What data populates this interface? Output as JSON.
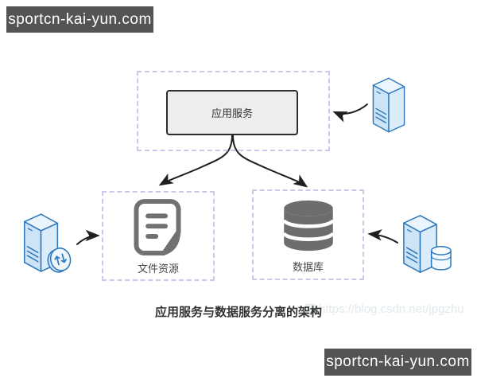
{
  "banners": {
    "top_left": {
      "text": "sportcn-kai-yun.com"
    },
    "bottom_right": {
      "text": "sportcn-kai-yun.com"
    }
  },
  "diagram": {
    "app_service": {
      "label": "应用服务"
    },
    "file_resource": {
      "label": "文件资源"
    },
    "database": {
      "label": "数据库"
    }
  },
  "caption": {
    "text": "应用服务与数据服务分离的架构"
  },
  "watermark": {
    "text": "https://blog.csdn.net/jpgzhu"
  },
  "icons": {
    "top_right_host": "server-icon",
    "file_host": "server-upload-icon",
    "db_host": "server-database-icon",
    "file_resource": "document-icon",
    "database": "database-cylinder-icon"
  },
  "colors": {
    "banner_bg": "#545454",
    "banner_text": "#ffffff",
    "dashed_border": "#c7cbe8",
    "app_box_fill": "#ededed",
    "app_box_border": "#2e2e2e",
    "icon_gray": "#717171",
    "server_fill": "#cfe5f7",
    "server_stroke": "#2d77bd",
    "arrow": "#1f1f1f",
    "caption_text": "#333333",
    "watermark_text": "#e2e9ed"
  }
}
